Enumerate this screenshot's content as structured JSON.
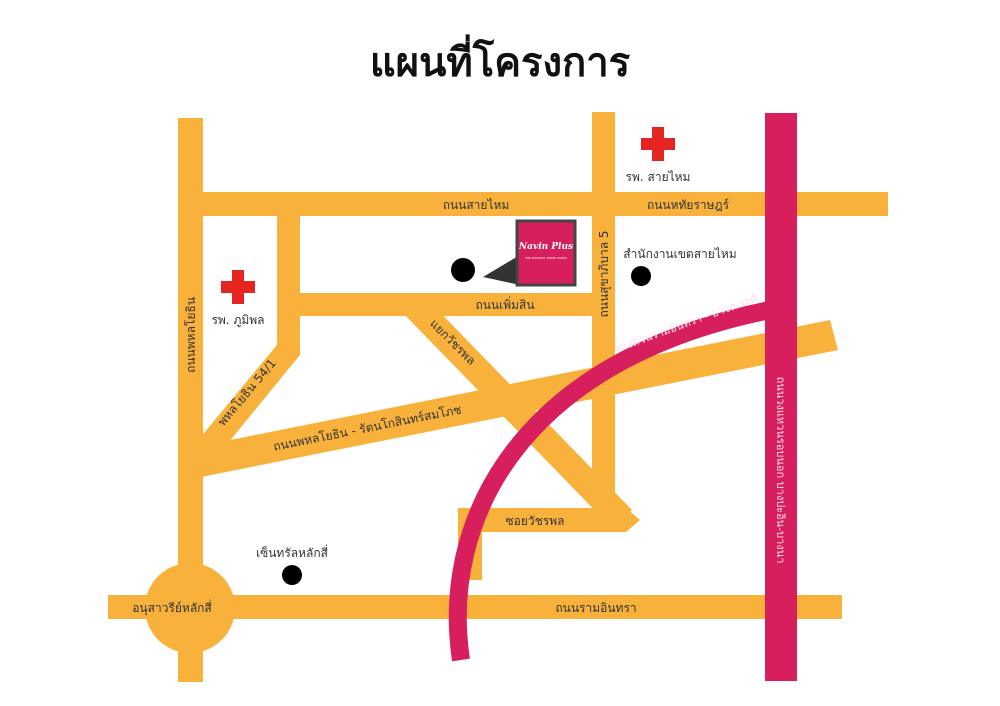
{
  "title": "แผนที่โครงการ",
  "colors": {
    "road": "#F8B23C",
    "expressway": "#D81F5E",
    "hospital": "#E52521",
    "marker": "#000000"
  },
  "project": {
    "logo_text": "Navin Plus",
    "logo_subtext": "THE NATURAL HOME LIVING"
  },
  "roads": {
    "sai_mai": "ถนนสายไหม",
    "hathai_rat": "ถนนหทัยราษฎร์",
    "phoem_sin": "ถนนเพิ่มสิน",
    "sukhaphiban_5": "ถนนสุขาภิบาล 5",
    "phahonyothin": "ถนนพหลโยธิน",
    "phahonyothin_54_1": "พหลโยธิน 54/1",
    "yaek_watcharaphon": "แยกวัชรพล",
    "phahon_ratanakosin": "ถนนพหลโยธิน - รัตนโกสินทร์สมโภช",
    "soi_watcharaphon": "ซอยวัชรพล",
    "ram_inthra": "ถนนรามอินทรา",
    "expressway": "ทางด่วนรามอินทรา - อาจณรงค์",
    "ring_road": "ถนนวงแหวนรอบนอก บางปะอิน-บางนา"
  },
  "places": {
    "sai_mai_hospital": "รพ. สายไหม",
    "bhumibol_hospital": "รพ. ภูมิพล",
    "sai_mai_district_office": "สำนักงานเขตสายไหม",
    "central_lak_si": "เซ็นทรัลหลักสี่",
    "lak_si_monument": "อนุสาวรีย์หลักสี่"
  }
}
